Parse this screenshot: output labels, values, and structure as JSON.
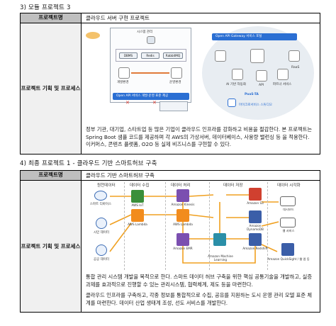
{
  "section3": {
    "heading": "3)  모듈  프로젝트 3",
    "label_name": "프로젝트명",
    "name": "클라우드 서버 구현 프로젝트",
    "label_process": "프로젝트 기획 및 프로세스",
    "diagram": {
      "left_title": "시스템 관리",
      "chips": [
        "DBMS",
        "Redis",
        "RabbitMQ"
      ],
      "left_icons": [
        "개발환경",
        "운영환경"
      ],
      "left_bar": "Open API 서비스 개발·운영 표준 제공",
      "right_bar": "Open API Gateway 서비스 포털",
      "right_items": [
        "AI 기반 자동화",
        "API",
        "파트너 서비스",
        "RaaS"
      ],
      "right_badge": "PaaS-TA",
      "right_bottom": "마이크로서비스 스튜디오"
    },
    "description": "정부 기관, 대기업, 스타트업 등 많은 기업이 클라우드 인프라를 강화하고 비용을 절감한다. 본 프로젝트는 Spring Boot 샘플 코드를 제공하며 각 AWS의 가상서버, 데이터베이스, 사용량 밸런싱 등 을 적용한다. 이커머스, 콘텐츠 플랫폼, O2O 등 실제 비즈니스를 구현할 수 있다."
  },
  "section4": {
    "heading": "4)  최종  프로젝트 1 - 클라우드 기반 스마트허브 구축",
    "label_name": "프로젝트명",
    "name": "클라우드 기반 스마트허브 구축",
    "label_process": "프로젝트 기획 및 프로세스",
    "diagram": {
      "columns": [
        "원천데이터",
        "데이터 수집",
        "데이터 처리",
        "데이터 저장",
        "데이터 시각화"
      ],
      "sources": [
        "스마트 디바이스",
        "시민 데이터",
        "공공 데이터"
      ],
      "collect": [
        "AWS IoT",
        "AWS Lambda"
      ],
      "process": [
        "Amazon Kinesis",
        "AWS Lambda",
        "Amazon EMR",
        "Amazon Machine Learning"
      ],
      "store": [
        "Amazon S3",
        "Amazon DynamoDB",
        "Amazon Redshift"
      ],
      "visual": [
        "대시보드",
        "웹 서비스",
        "Amazon QuickSight / 웹 앱 등"
      ]
    },
    "description_1": "통합 관리 시스템 개발을 목적으로 한다. 스마트 데이터 허브 구축을 위한 핵심 공통기술을 개발하고, 실증과제를 효과적으로 진행할 수 있는 관리시스템, 협력체계, 제도 등을 마련한다.",
    "description_2": "클라우드 인프라를 구축하고, 각종 정보를 통합적으로 수집, 공유를 지원하는 도시 운영 관리 모델 표준 체계를 마련한다. 데이터 산업 생태계 조성, 선도 서비스를 개발한다."
  }
}
